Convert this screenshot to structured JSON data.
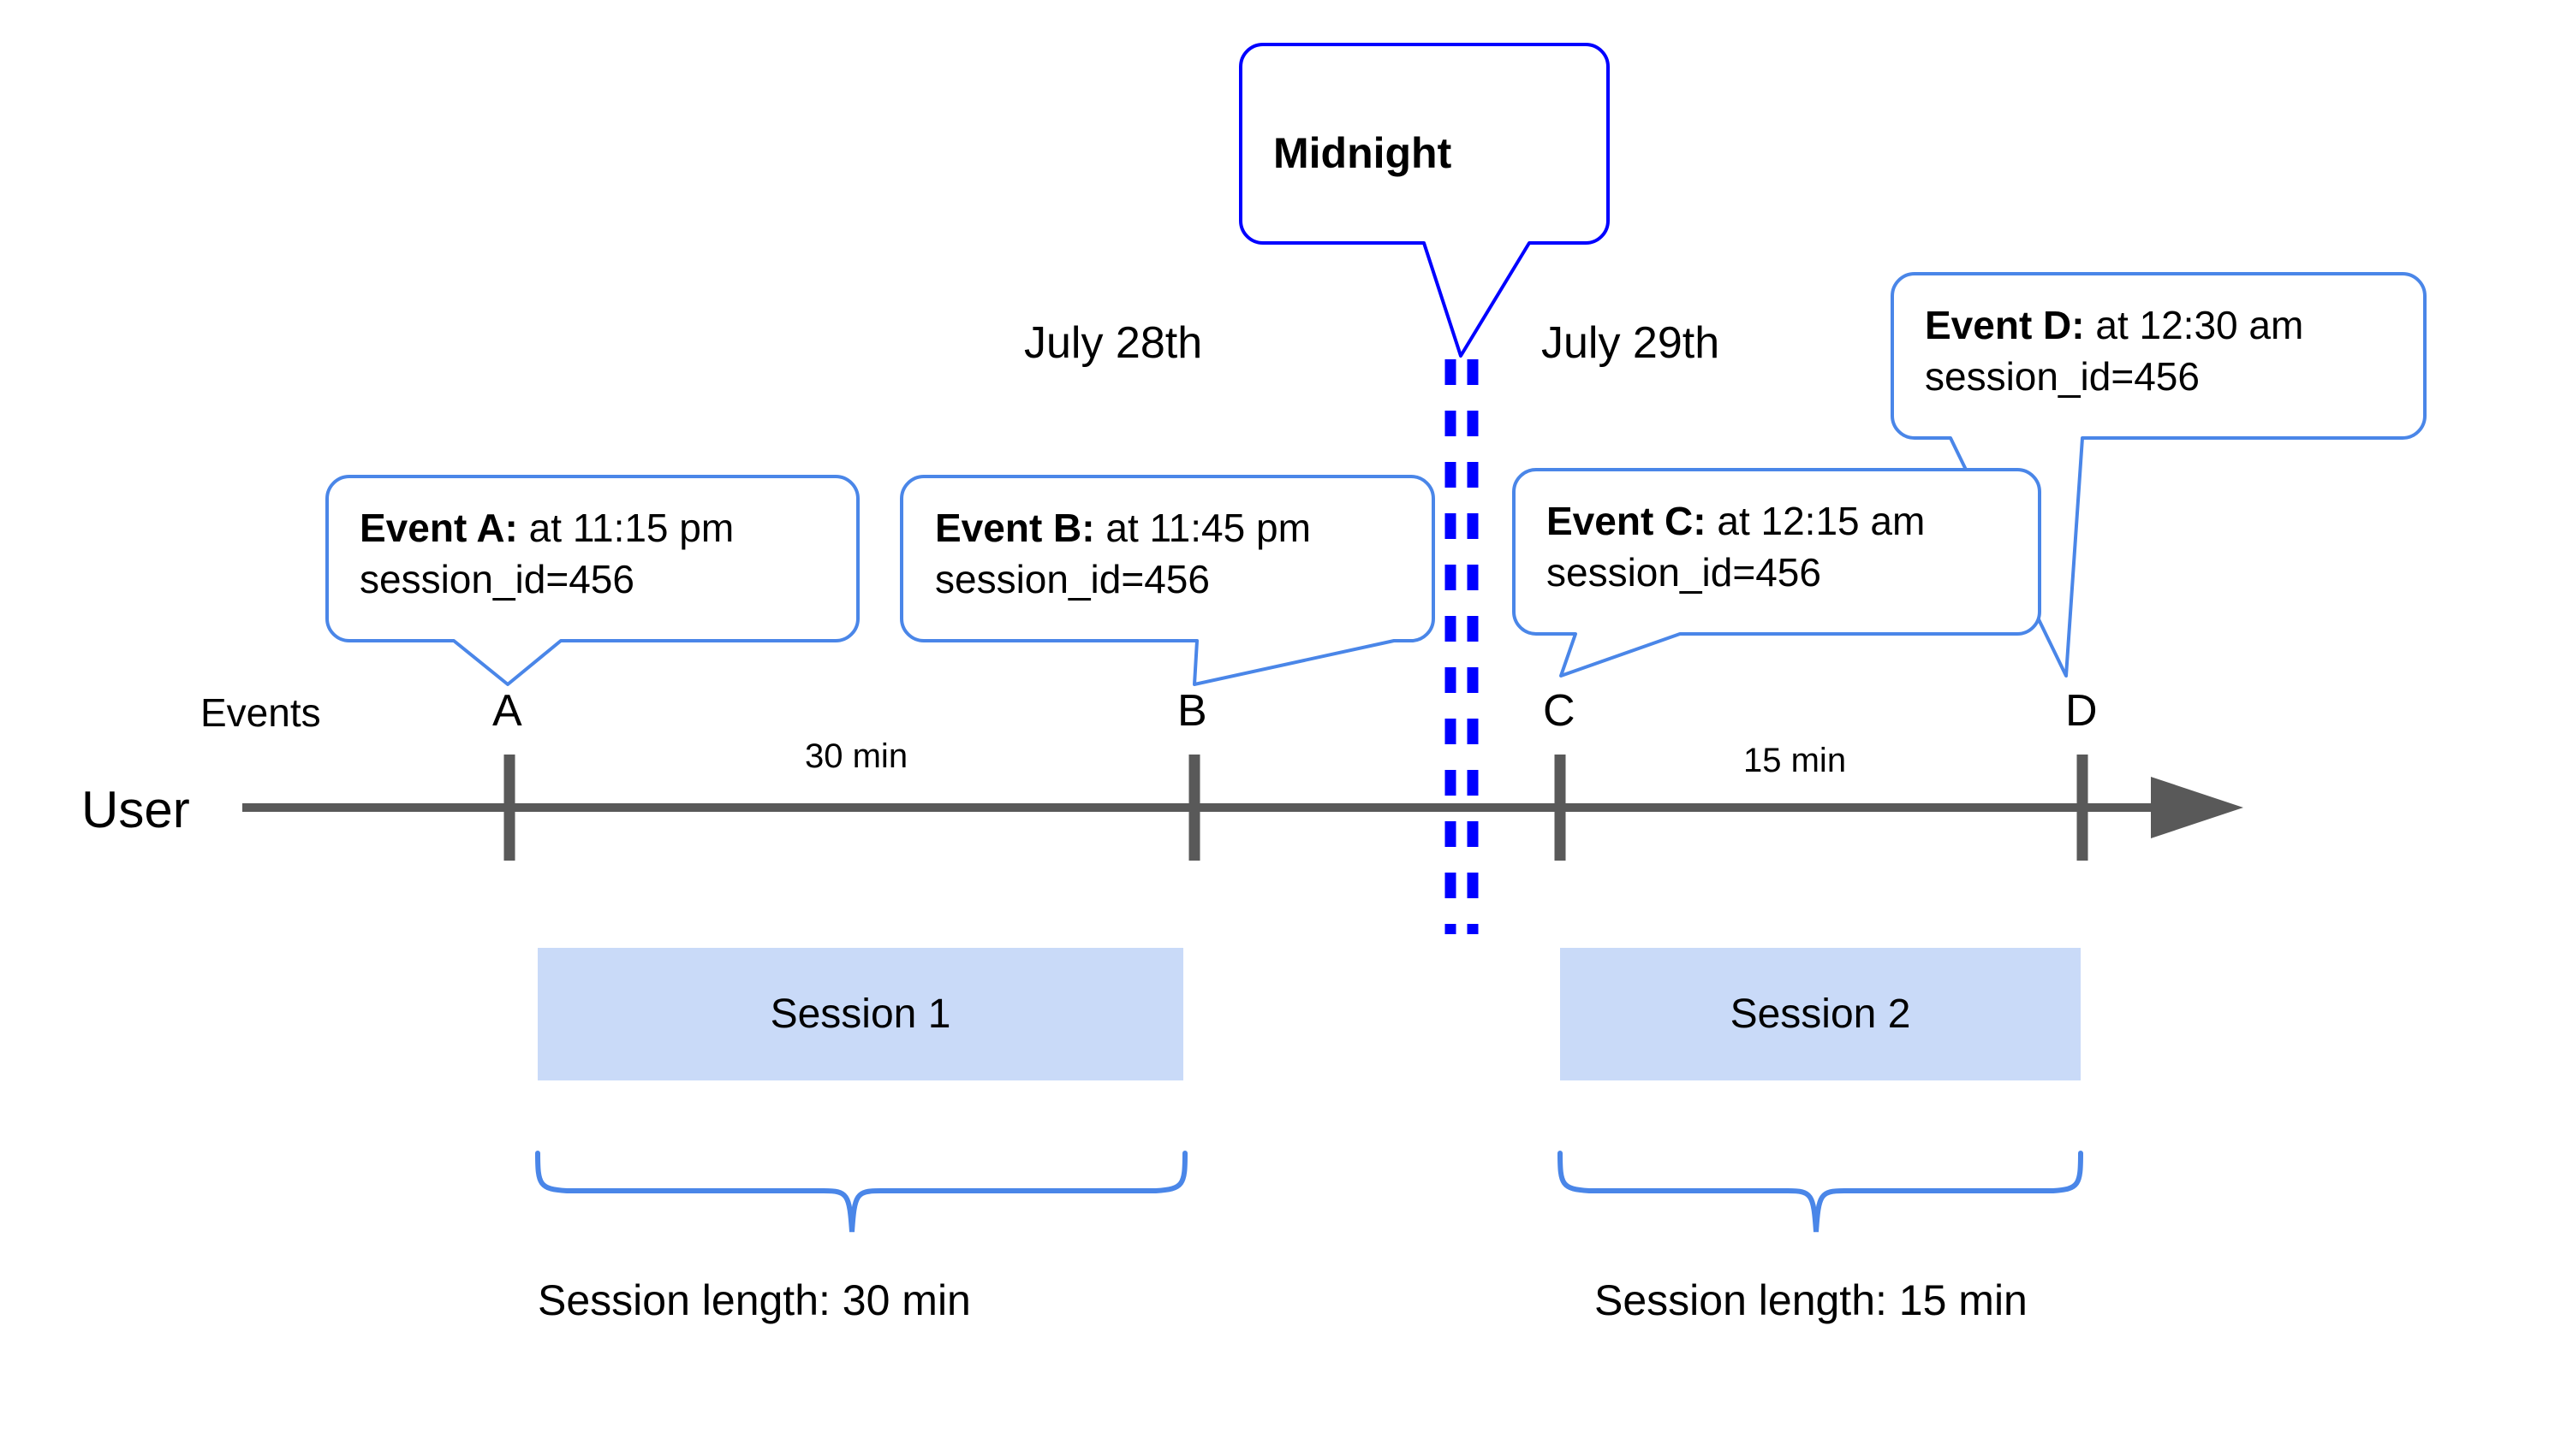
{
  "diagram": {
    "title_callout": {
      "label": "Midnight"
    },
    "dates": [
      {
        "label": "July 28th"
      },
      {
        "label": "July 29th"
      }
    ],
    "axis": {
      "row_label": "User",
      "events_label": "Events"
    },
    "event_callouts": [
      {
        "id": "A",
        "bold": "Event A:",
        "rest": " at 11:15 pm",
        "line2": "session_id=456"
      },
      {
        "id": "B",
        "bold": "Event B:",
        "rest": " at 11:45 pm",
        "line2": "session_id=456"
      },
      {
        "id": "C",
        "bold": "Event C:",
        "rest": " at 12:15 am",
        "line2": "session_id=456"
      },
      {
        "id": "D",
        "bold": "Event D:",
        "rest": " at 12:30 am",
        "line2": "session_id=456"
      }
    ],
    "tick_letters": [
      "A",
      "B",
      "C",
      "D"
    ],
    "gap_labels": [
      {
        "label": "30 min"
      },
      {
        "label": "15 min"
      }
    ],
    "sessions": [
      {
        "label": "Session 1",
        "length_label": "Session length: 30 min"
      },
      {
        "label": "Session 2",
        "length_label": "Session length: 15 min"
      }
    ],
    "colors": {
      "callout_border": "#4a86e8",
      "midnight_border": "#0000ff",
      "midnight_dash": "#0000ff",
      "axis": "#595959",
      "session_fill": "#c9daf8",
      "brace": "#4a86e8",
      "text": "#000000"
    }
  },
  "chart_data": {
    "type": "timeline",
    "title": "Sessionization across midnight",
    "xlabel": "",
    "ylabel": "User",
    "day_boundary": {
      "label": "Midnight",
      "between": [
        "July 28th",
        "July 29th"
      ]
    },
    "events": [
      {
        "id": "A",
        "time": "11:15 pm",
        "date": "July 28th",
        "session_id": 456,
        "session": "Session 1"
      },
      {
        "id": "B",
        "time": "11:45 pm",
        "date": "July 28th",
        "session_id": 456,
        "session": "Session 1"
      },
      {
        "id": "C",
        "time": "12:15 am",
        "date": "July 29th",
        "session_id": 456,
        "session": "Session 2"
      },
      {
        "id": "D",
        "time": "12:30 am",
        "date": "July 29th",
        "session_id": 456,
        "session": "Session 2"
      }
    ],
    "intervals": [
      {
        "from": "A",
        "to": "B",
        "duration_min": 30,
        "label": "30 min"
      },
      {
        "from": "C",
        "to": "D",
        "duration_min": 15,
        "label": "15 min"
      }
    ],
    "sessions": [
      {
        "name": "Session 1",
        "events": [
          "A",
          "B"
        ],
        "length_min": 30,
        "length_label": "Session length: 30 min"
      },
      {
        "name": "Session 2",
        "events": [
          "C",
          "D"
        ],
        "length_min": 15,
        "length_label": "Session length: 15 min"
      }
    ]
  }
}
